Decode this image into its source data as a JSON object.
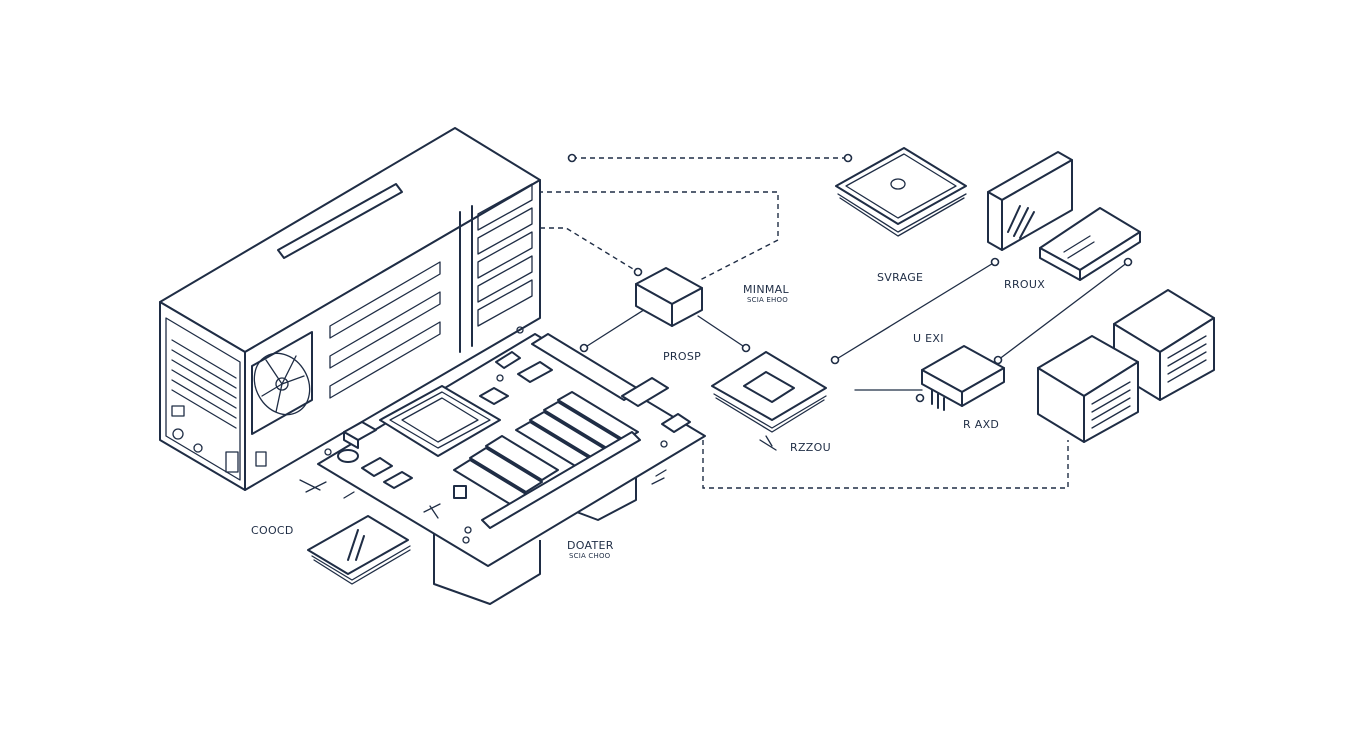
{
  "labels": {
    "minimal": "MINMAL",
    "minimal_sub": "SCIA EHOO",
    "storage": "SVRAGE",
    "rroux": "RROUX",
    "prosp": "PROSP",
    "uexi": "U EXI",
    "raxd": "R AXD",
    "rzzou": "RZZOU",
    "coocd": "COOCD",
    "doater": "DOATER",
    "doater_sub": "SCIA CHOO"
  },
  "colors": {
    "ink": "#1f2d45",
    "background": "#ffffff"
  }
}
